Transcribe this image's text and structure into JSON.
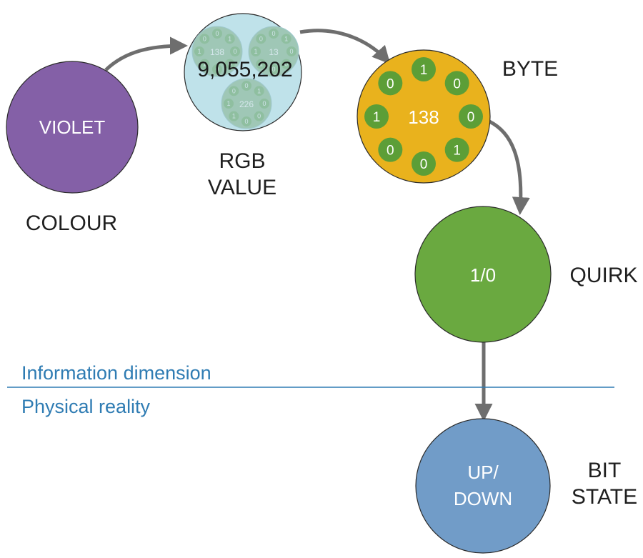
{
  "nodes": {
    "colour": {
      "inner": "VIOLET",
      "label": "COLOUR",
      "color": "#8460a7"
    },
    "rgb": {
      "inner": "9,055,202",
      "label_line1": "RGB",
      "label_line2": "VALUE",
      "color": "#bfe2ea",
      "sub_bytes": [
        {
          "value": "138",
          "bits": [
            "0",
            "1",
            "0",
            "0",
            "0",
            "1",
            "1",
            "0"
          ]
        },
        {
          "value": "13",
          "bits": [
            "0",
            "1",
            "0",
            "0",
            "0",
            "1",
            "1",
            "0"
          ]
        },
        {
          "value": "226",
          "bits": [
            "0",
            "1",
            "0",
            "0",
            "0",
            "1",
            "1",
            "0"
          ]
        }
      ]
    },
    "byte": {
      "inner": "138",
      "label": "BYTE",
      "color": "#e9b21d",
      "bit_color": "#5c9e37",
      "bits": [
        "1",
        "0",
        "0",
        "1",
        "0",
        "0",
        "1",
        "0"
      ]
    },
    "quirk": {
      "inner": "1/0",
      "label": "QUIRK",
      "color": "#6aa940"
    },
    "bit_state": {
      "inner_line1": "UP/",
      "inner_line2": "DOWN",
      "label_line1": "BIT",
      "label_line2": "STATE",
      "color": "#719cc8"
    }
  },
  "divider": {
    "above": "Information dimension",
    "below": "Physical reality",
    "color": "#2f7cb3"
  },
  "arrow_color": "#6e6e6e"
}
